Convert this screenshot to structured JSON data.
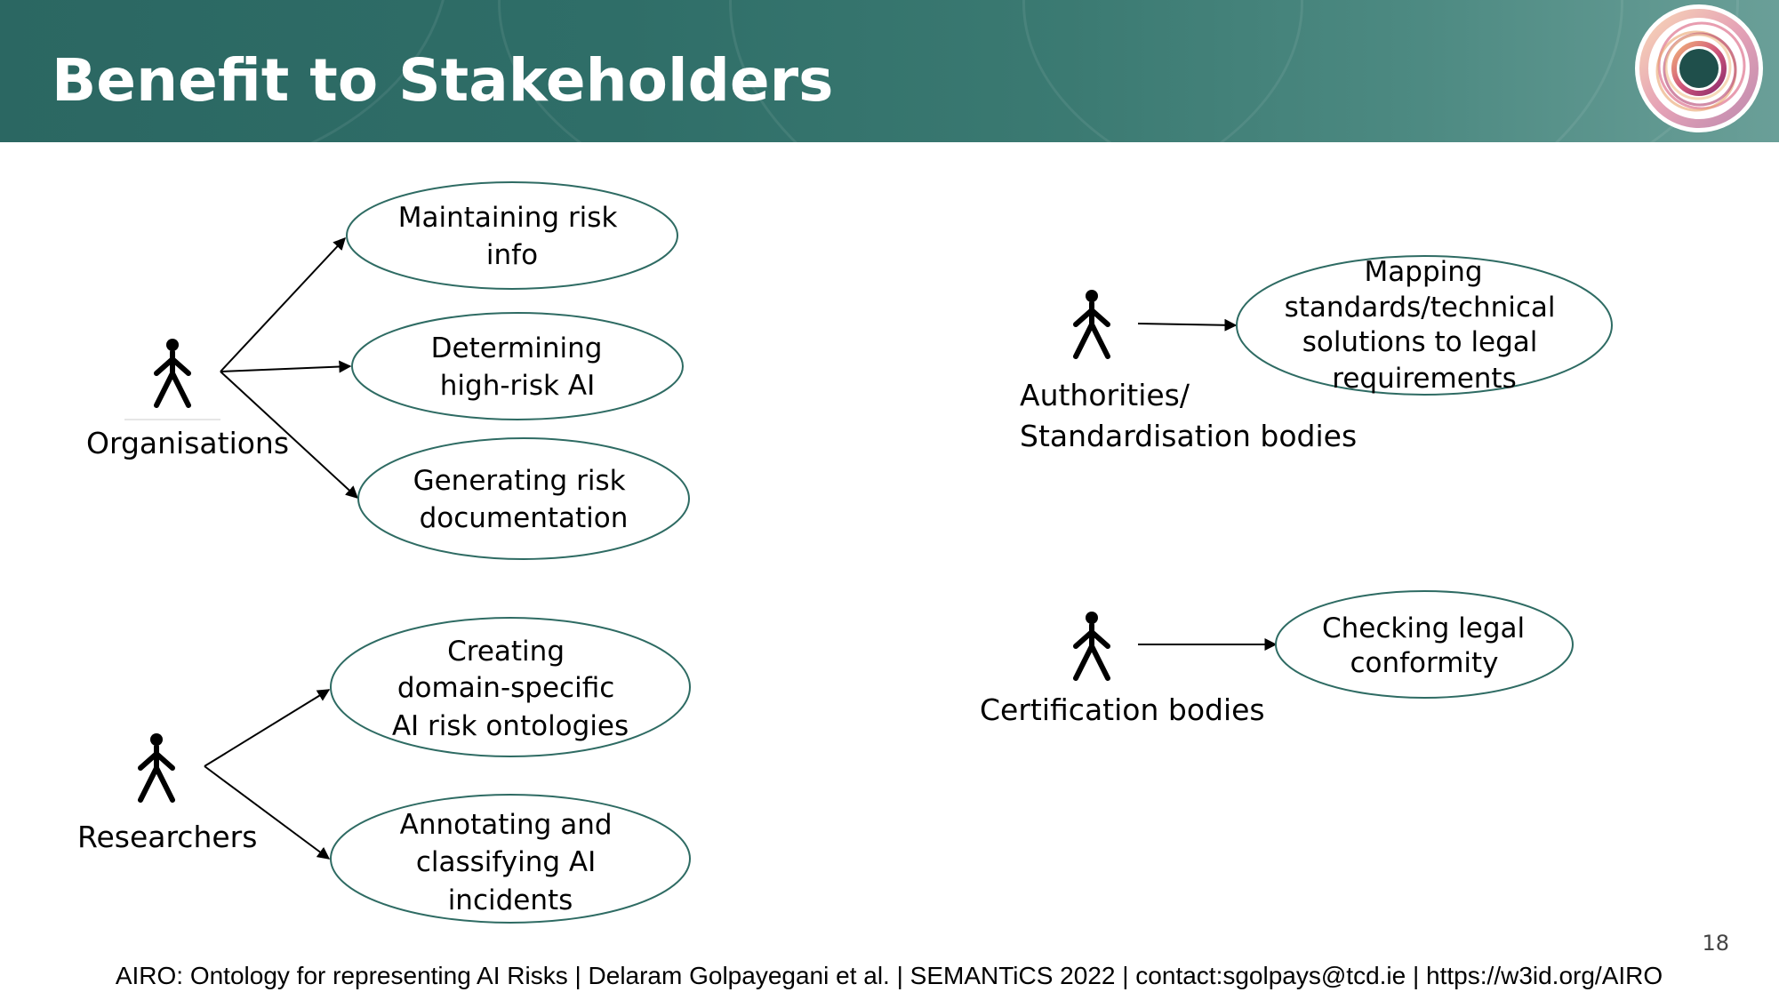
{
  "slide": {
    "title": "Benefit to Stakeholders",
    "page_number": "18",
    "footer": "AIRO: Ontology for representing AI Risks | Delaram Golpayegani et al. | SEMANTiCS 2022 | contact:sgolpays@tcd.ie | https://w3id.org/AIRO"
  },
  "actors": {
    "organisations": {
      "lines": [
        "Organisations"
      ]
    },
    "researchers": {
      "lines": [
        "Researchers"
      ]
    },
    "authorities": {
      "lines": [
        "Authorities/",
        "Standardisation bodies"
      ]
    },
    "certification": {
      "lines": [
        "Certification bodies"
      ]
    }
  },
  "use_cases": {
    "maintaining": {
      "lines": [
        "Maintaining risk",
        "info"
      ]
    },
    "determining": {
      "lines": [
        "Determining",
        "high-risk AI"
      ]
    },
    "generating": {
      "lines": [
        "Generating risk",
        "documentation"
      ]
    },
    "creating": {
      "lines": [
        "Creating",
        "domain-specific",
        "AI risk ontologies"
      ]
    },
    "annotating": {
      "lines": [
        "Annotating and",
        "classifying AI",
        "incidents"
      ]
    },
    "mapping": {
      "lines": [
        "Mapping",
        "standards/technical",
        "solutions to legal",
        "requirements"
      ]
    },
    "checking": {
      "lines": [
        "Checking legal",
        "conformity"
      ]
    }
  },
  "colors": {
    "header": "#2f6e68",
    "ellipse_stroke": "#2e6b63",
    "arrow": "#000000",
    "text": "#000000"
  },
  "icons": {
    "actor": "stick-figure-icon",
    "logo": "ring-logo-icon"
  }
}
